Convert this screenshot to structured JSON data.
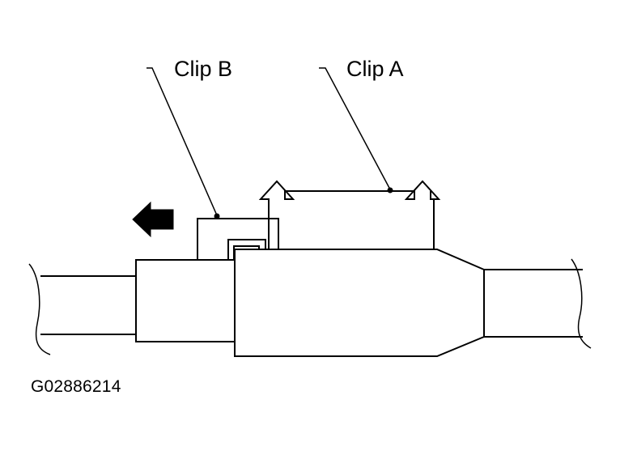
{
  "labels": {
    "clip_b": "Clip B",
    "clip_a": "Clip A",
    "figure_code": "G02886214"
  },
  "colors": {
    "stroke": "#000000",
    "background": "#ffffff"
  },
  "icons": {
    "direction": "left-arrow"
  }
}
